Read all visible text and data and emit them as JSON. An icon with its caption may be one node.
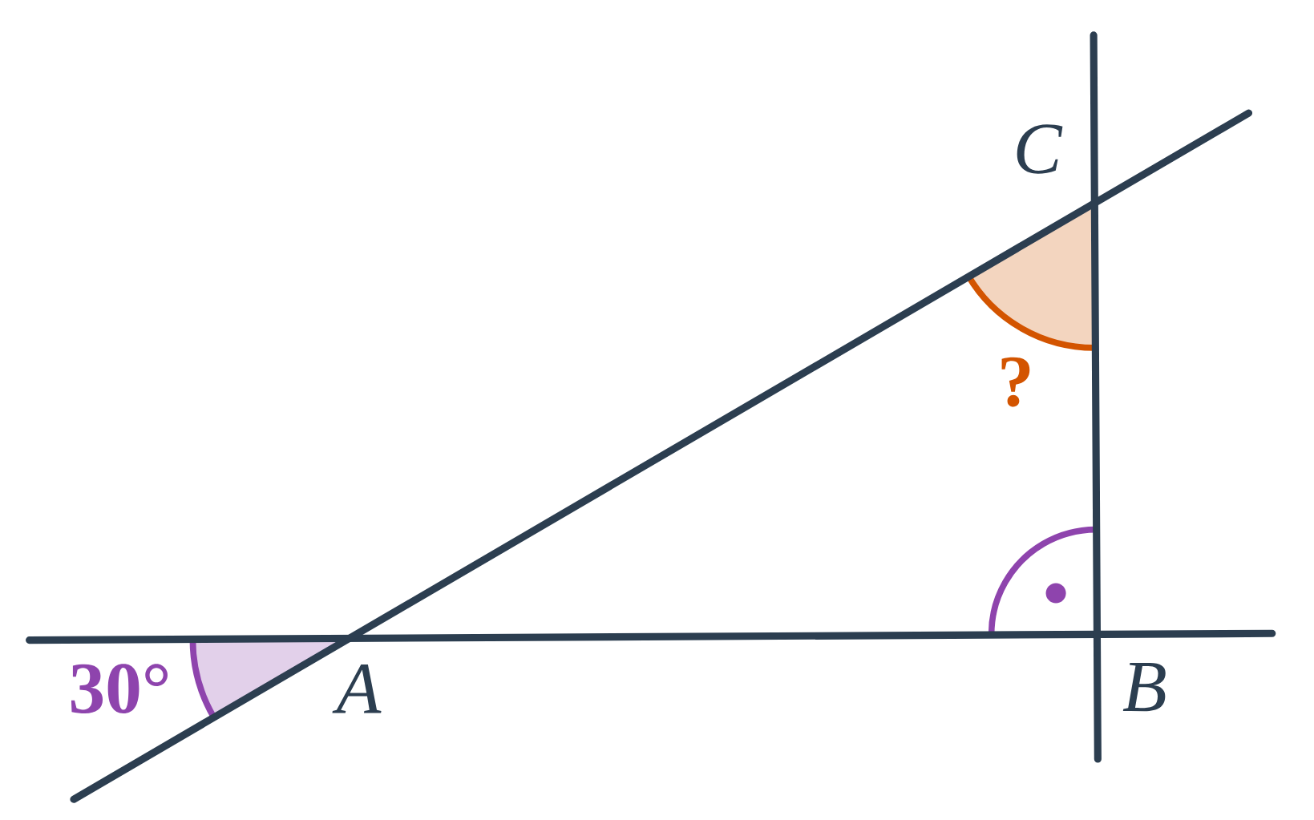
{
  "diagram": {
    "labels": [
      "C",
      "?",
      "30°",
      "A",
      "B"
    ]
  }
}
